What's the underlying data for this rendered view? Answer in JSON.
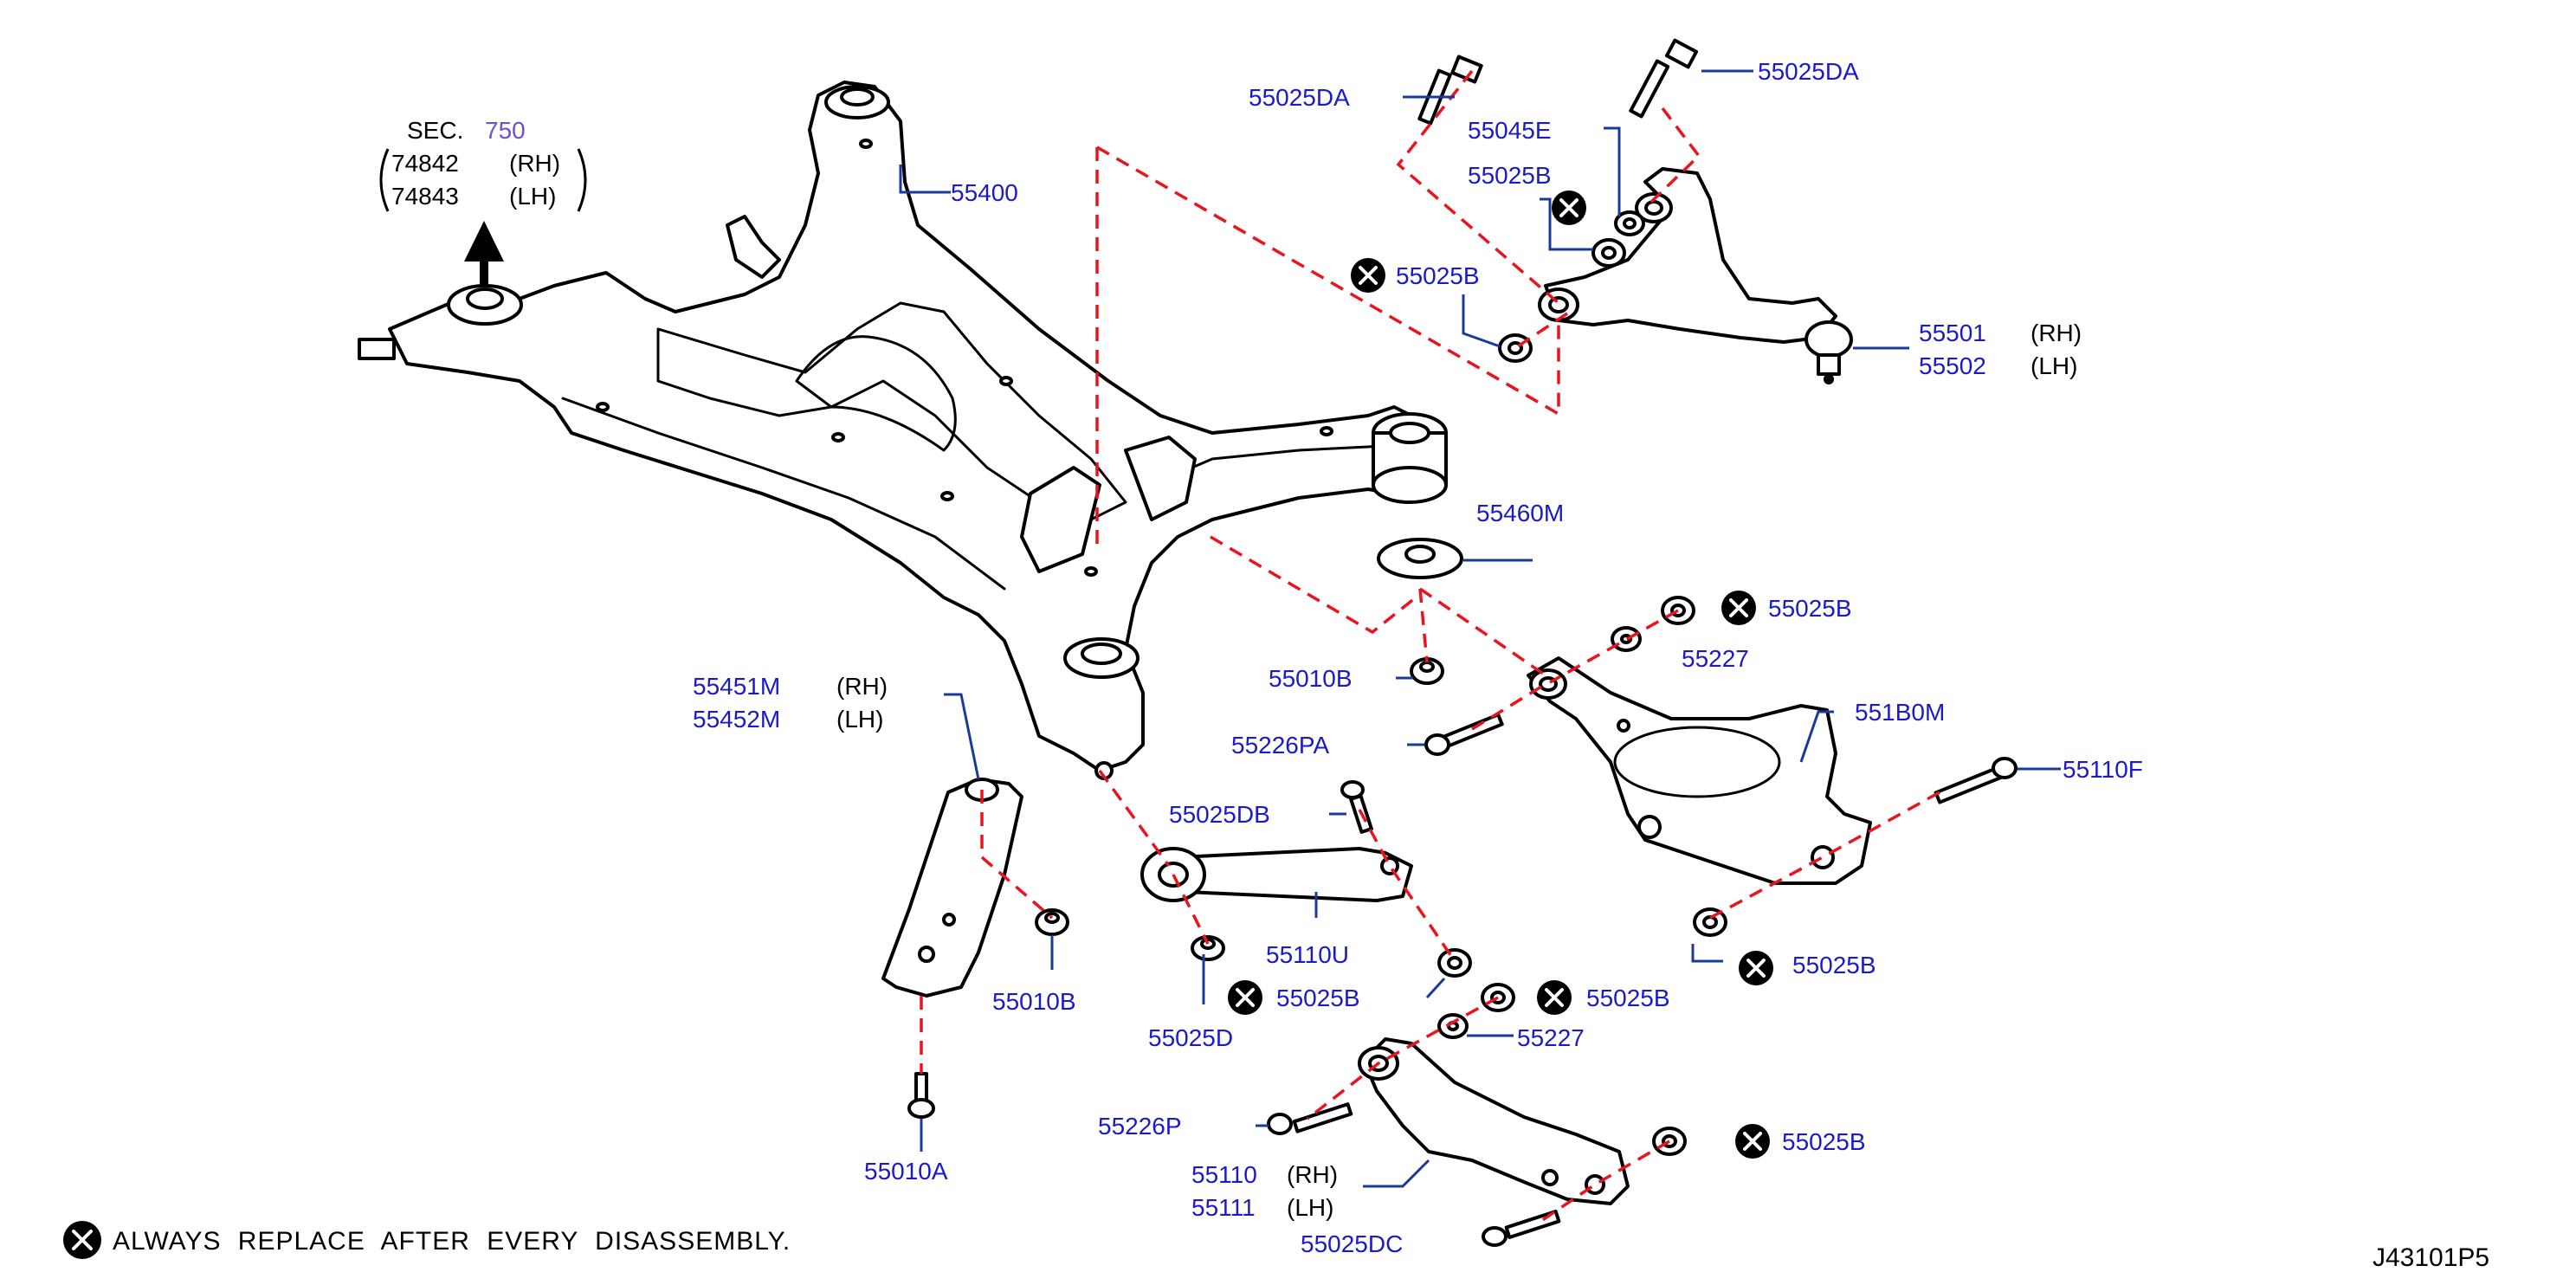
{
  "sec_ref": {
    "prefix": "SEC.",
    "number": "750",
    "lines": [
      {
        "part": "74842",
        "side": "(RH)"
      },
      {
        "part": "74843",
        "side": "(LH)"
      }
    ]
  },
  "labels": {
    "p55400": "55400",
    "p55025DA_left": "55025DA",
    "p55025DA_right": "55025DA",
    "p55045E": "55045E",
    "p55025B_upper": "55025B",
    "p55025B_mid": "55025B",
    "p55501": "55501",
    "p55502": "55502",
    "p55460M": "55460M",
    "p55025B_r1": "55025B",
    "p55227_r": "55227",
    "p55010B_mid": "55010B",
    "p551B0M": "551B0M",
    "p55226PA": "55226PA",
    "p55110F": "55110F",
    "p55451M": "55451M",
    "p55452M": "55452M",
    "p55025DB": "55025DB",
    "p55110U": "55110U",
    "p55025B_r2": "55025B",
    "p55010B_low": "55010B",
    "p55025B_low1": "55025B",
    "p55025D": "55025D",
    "p55025B_low2": "55025B",
    "p55227_low": "55227",
    "p55226P": "55226P",
    "p55025B_low3": "55025B",
    "p55010A": "55010A",
    "p55110": "55110",
    "p55111": "55111",
    "p55025DC": "55025DC"
  },
  "sides": {
    "rh": "(RH)",
    "lh": "(LH)"
  },
  "footer": {
    "note": "ALWAYS REPLACE AFTER EVERY DISASSEMBLY.",
    "diagram_code": "J43101P5"
  },
  "colors": {
    "label_blue": "#1a1ac8",
    "dash_red": "#e8141e",
    "leader_blue": "#1a3a9a",
    "sec_number": "#6a4fd8"
  }
}
